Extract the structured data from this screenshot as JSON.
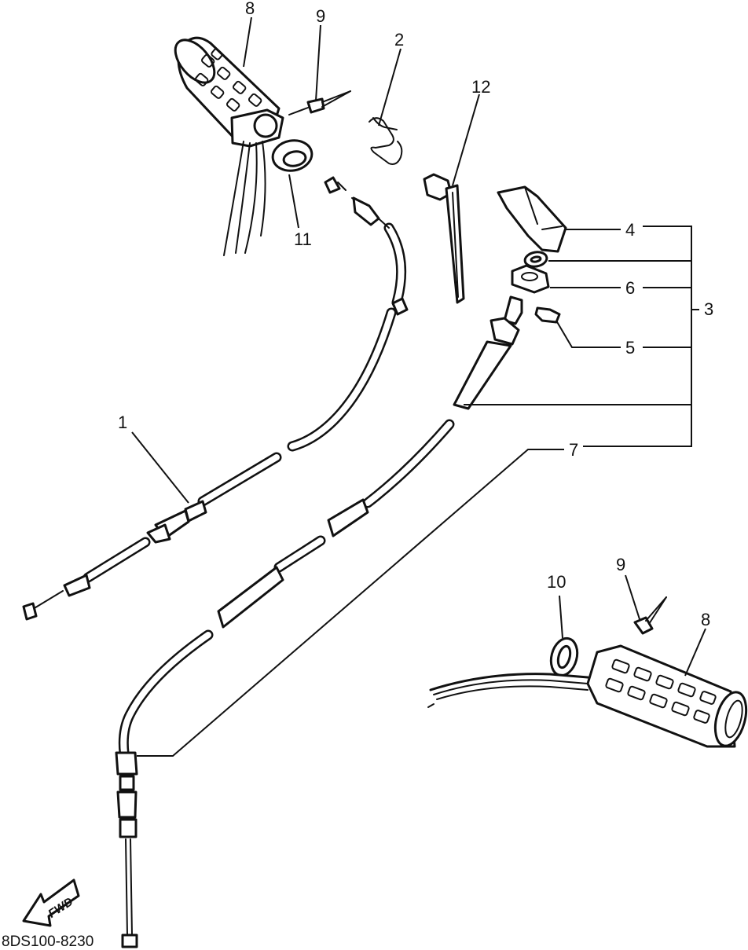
{
  "callouts": {
    "c1": "1",
    "c2": "2",
    "c3": "3",
    "c4": "4",
    "c5": "5",
    "c6": "6",
    "c7": "7",
    "c8_left": "8",
    "c8_right": "8",
    "c9_left": "9",
    "c9_right": "9",
    "c10": "10",
    "c11": "11",
    "c12": "12"
  },
  "direction_label": "FWD",
  "diagram_code": "8DS100-8230",
  "colors": {
    "ink": "#111111",
    "paper": "#ffffff"
  }
}
